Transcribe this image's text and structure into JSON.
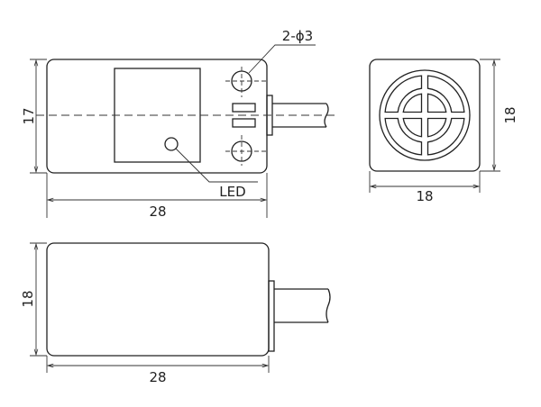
{
  "title": "Sensor dimension drawing",
  "front_view": {
    "height_label": "17",
    "width_label": "28",
    "hole_label": "2-ϕ3",
    "led_label": "LED"
  },
  "end_view": {
    "height_label": "18",
    "width_label": "18"
  },
  "side_view": {
    "height_label": "18",
    "width_label": "28"
  },
  "colors": {
    "line": "#222222",
    "background": "#ffffff"
  }
}
